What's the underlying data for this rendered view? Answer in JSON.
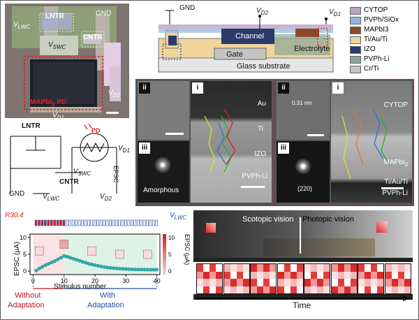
{
  "micrograph": {
    "labels": {
      "lntr": "LNTR",
      "gnd": "GND",
      "vlwc": "V",
      "vlwc_sub": "LWC",
      "vswc": "V",
      "vswc_sub": "SWC",
      "cntr": "CNTR",
      "vd2": "V",
      "vd2_sub": "D2",
      "pd": "MAPbI",
      "pd_sub": "3",
      "pd_suffix": " PD",
      "vd1": "V",
      "vd1_sub": "D1"
    }
  },
  "device": {
    "gnd": "GND",
    "vd2": "V",
    "vd2_sub": "D2",
    "vd1": "V",
    "vd1_sub": "D1",
    "channel": "Channel",
    "gate": "Gate",
    "electrolyte": "Electrolyte",
    "substrate": "Glass substrate",
    "legend": [
      {
        "label": "CYTOP",
        "color": "#b8a3c8"
      },
      {
        "label": "PVPh/SiOx",
        "color": "#8fb6e0"
      },
      {
        "label": "MAPbI3",
        "color": "#8b4a2b"
      },
      {
        "label": "Ti/Au/Ti",
        "color": "#f1d49a"
      },
      {
        "label": "IZO",
        "color": "#2b3a6b"
      },
      {
        "label": "PVPh-Li",
        "color": "#8aa89a"
      },
      {
        "label": "Cr/Ti",
        "color": "#c4c4c4"
      }
    ]
  },
  "tem_left": {
    "ii": "ii",
    "iii": "iii",
    "i": "i",
    "au": "Au",
    "ti": "Ti",
    "izo": "IZO",
    "pvph": "PVPh-Li",
    "amorphous": "Amorphous"
  },
  "tem_right": {
    "ii": "ii",
    "iii": "iii",
    "i": "i",
    "cytop": "CYTOP",
    "mapbi": "MAPbI",
    "mapbi_sub": "3",
    "tiau": "Ti/Au/Ti",
    "pvph": "PVPh-Li",
    "spacing": "0.31 nm",
    "plane": "(220)"
  },
  "circuit": {
    "lntr": "LNTR",
    "cntr": "CNTR",
    "gnd": "GND",
    "vd1": "V",
    "vd1_sub": "D1",
    "vd2": "V",
    "vd2_sub": "D2",
    "vswc": "V",
    "vswc_sub": "SWC",
    "vlwc": "V",
    "vlwc_sub": "LWC",
    "pd": "PD",
    "epsc": "EPSC"
  },
  "chart_data": {
    "type": "scatter",
    "xlabel": "Stimulus number",
    "ylabel": "EPSC (μA)",
    "y2label": "EPSC (μA)",
    "top_left_label": "30.4",
    "top_left_sym": "R",
    "top_right_sym": "V",
    "top_right_sub": "LWC",
    "x_ticks": [
      0,
      10,
      20,
      30,
      40
    ],
    "y_ticks": [
      0,
      5,
      10
    ],
    "y2_ticks": [
      0,
      5,
      10
    ],
    "xlim": [
      -1,
      41
    ],
    "ylim": [
      -1,
      11
    ],
    "x": [
      1,
      2,
      3,
      4,
      5,
      6,
      7,
      8,
      9,
      10,
      11,
      12,
      13,
      14,
      15,
      16,
      17,
      18,
      19,
      20,
      21,
      22,
      23,
      24,
      25,
      26,
      27,
      28,
      29,
      30,
      31,
      32,
      33,
      34,
      35,
      36,
      37,
      38,
      39,
      40
    ],
    "values": [
      0.2,
      0.8,
      1.3,
      1.8,
      2.2,
      2.6,
      3.0,
      3.5,
      4.0,
      4.5,
      4.3,
      4.0,
      3.7,
      3.4,
      3.1,
      2.8,
      2.5,
      2.2,
      2.0,
      1.8,
      1.6,
      1.4,
      1.25,
      1.1,
      1.0,
      0.9,
      0.8,
      0.75,
      0.7,
      0.65,
      0.6,
      0.55,
      0.5,
      0.5,
      0.5,
      0.48,
      0.46,
      0.45,
      0.45,
      0.45
    ],
    "regions": [
      {
        "label": "Without",
        "label2": "Adaptation",
        "from": 0,
        "to": 10,
        "color": "#c0161b"
      },
      {
        "label": "With",
        "label2": "Adaptation",
        "from": 10,
        "to": 40,
        "color": "#1f4fa0"
      }
    ]
  },
  "vision": {
    "scotopic": "Scotopic vision",
    "photopic": "Photopic vision",
    "time": "Time"
  }
}
